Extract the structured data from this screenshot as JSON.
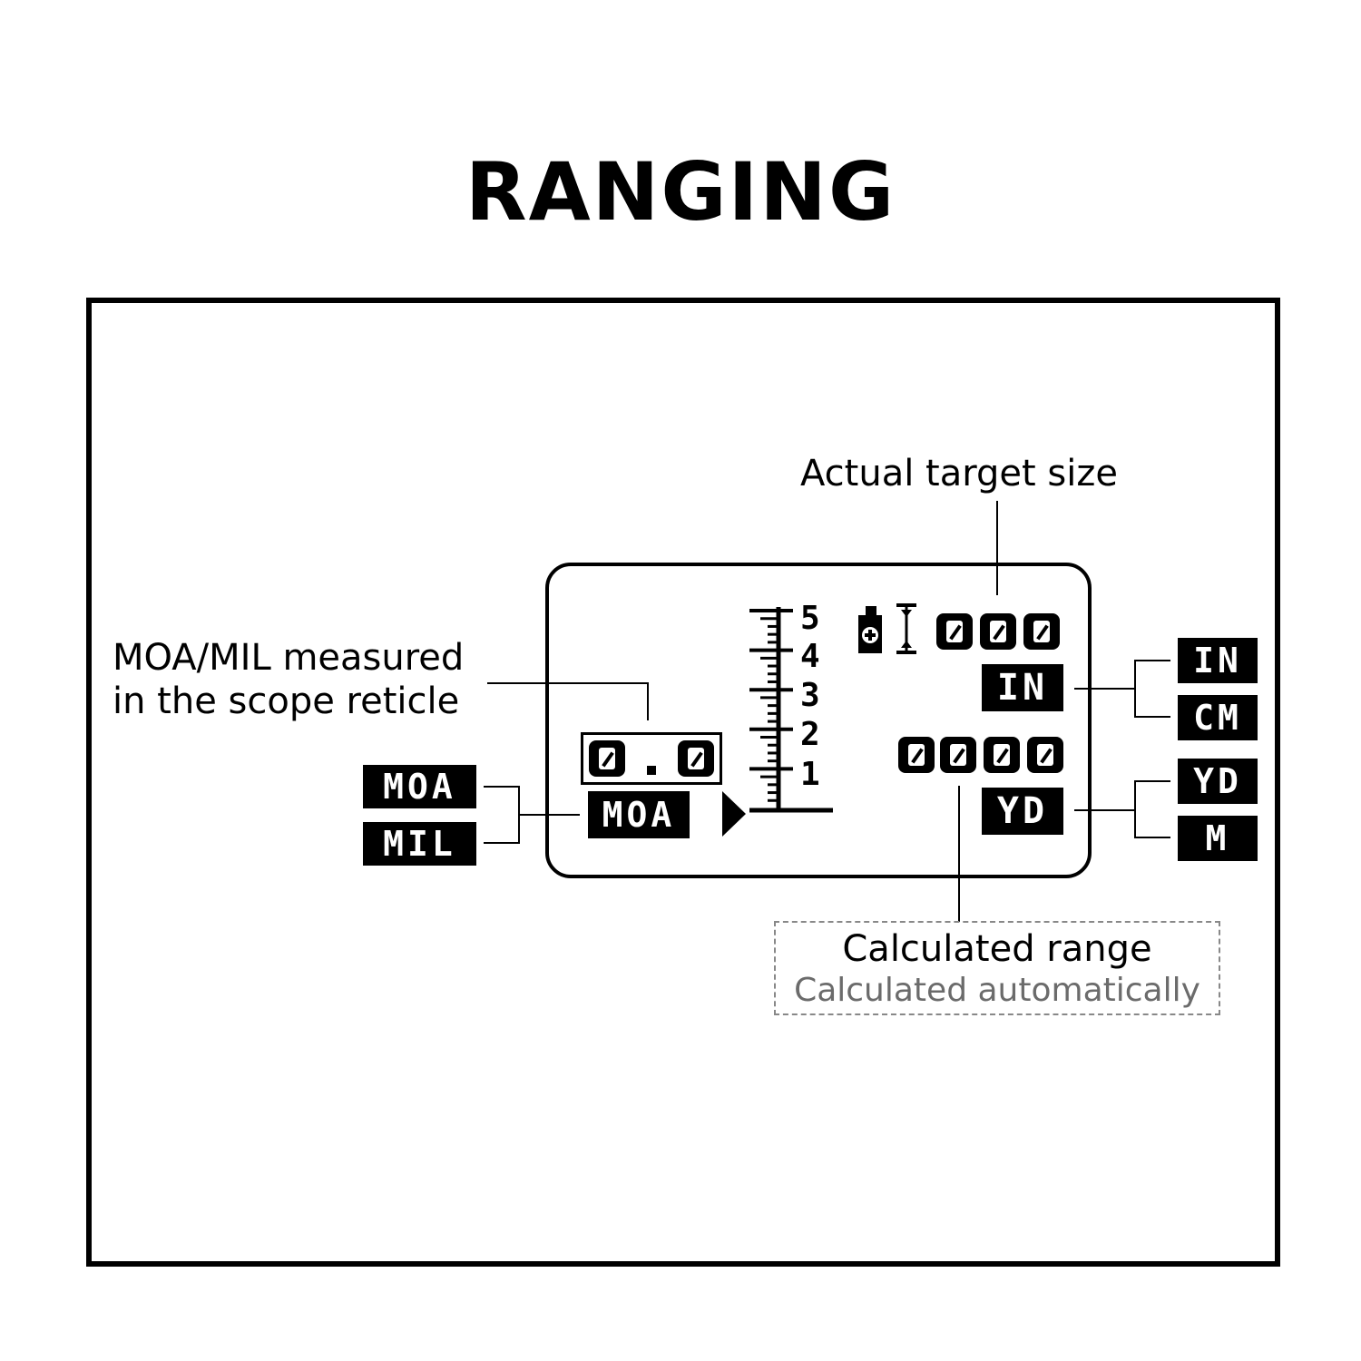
{
  "title": "RANGING",
  "annotations": {
    "actual_target_size": "Actual target size",
    "moa_mil_line1": "MOA/MIL measured",
    "moa_mil_line2": "in  the scope reticle",
    "calculated_range": "Calculated range",
    "calculated_auto": "Calculated automatically"
  },
  "display": {
    "measured_value": "0.0",
    "measured_unit": "MOA",
    "target_size_digits": [
      "0",
      "0",
      "0"
    ],
    "target_size_unit": "IN",
    "range_digits": [
      "0",
      "0",
      "0",
      "0"
    ],
    "range_unit": "YD",
    "ruler_labels": [
      "5",
      "4",
      "3",
      "2",
      "1"
    ],
    "icons": [
      "target-silhouette-icon",
      "height-bracket-icon",
      "pointer-arrow-icon"
    ]
  },
  "options": {
    "angle_units": [
      "MOA",
      "MIL"
    ],
    "size_units": [
      "IN",
      "CM"
    ],
    "range_units": [
      "YD",
      "M"
    ]
  }
}
